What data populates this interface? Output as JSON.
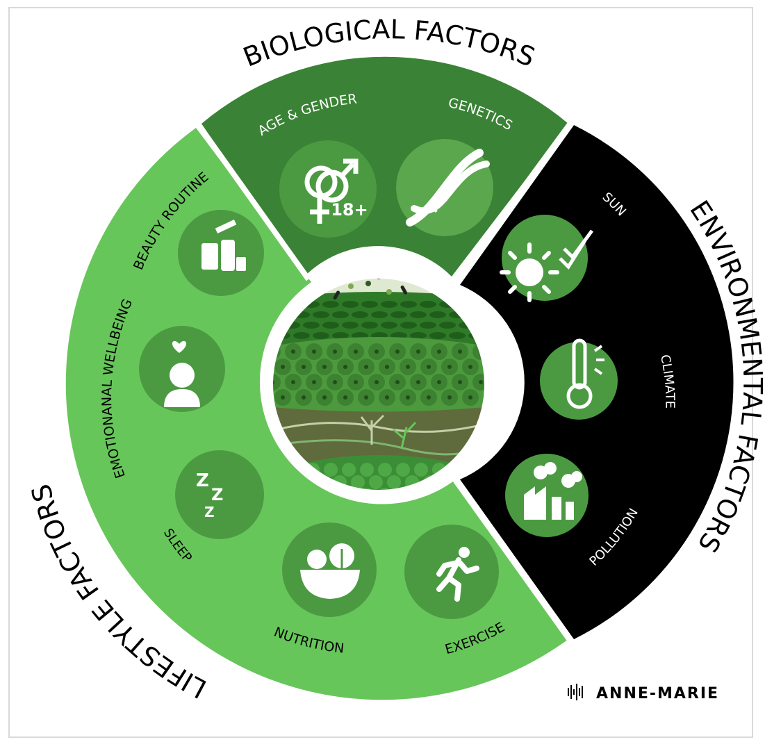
{
  "sections": {
    "biological": {
      "title": "BIOLOGICAL FACTORS",
      "items": [
        {
          "label": "AGE & GENDER",
          "icon": "gender-age-icon"
        },
        {
          "label": "GENETICS",
          "icon": "dna-icon"
        }
      ]
    },
    "environmental": {
      "title": "ENVIRONMENTAL FACTORS",
      "items": [
        {
          "label": "SUN",
          "icon": "sun-icon"
        },
        {
          "label": "CLIMATE",
          "icon": "thermometer-icon"
        },
        {
          "label": "POLLUTION",
          "icon": "factory-icon"
        }
      ]
    },
    "lifestyle": {
      "title": "LIFESTYLE FACTORS",
      "items": [
        {
          "label": "BEAUTY ROUTINE",
          "icon": "cosmetics-icon"
        },
        {
          "label": "EMOTIONANAL WELLBEING",
          "icon": "wellbeing-icon"
        },
        {
          "label": "SLEEP",
          "icon": "moon-sleep-icon"
        },
        {
          "label": "NUTRITION",
          "icon": "salad-bowl-icon"
        },
        {
          "label": "EXERCISE",
          "icon": "runner-icon"
        }
      ]
    }
  },
  "age_badge": "18+",
  "sleep_letters": "Z",
  "brand": {
    "name": "ANNE-MARIE",
    "logo_icon": "soundwave-logo-icon"
  },
  "colors": {
    "biological": "#3a8235",
    "lifestyle": "#67c65a",
    "environmental": "#000000",
    "icon_circle": "#4b9a42",
    "icon_circle_alt": "#5aa74d",
    "center_top": "#dfe9d2",
    "center_epidermis": "#2f7a28",
    "center_cells": "#4d9a3e",
    "center_dermis": "#5f6b3c"
  }
}
